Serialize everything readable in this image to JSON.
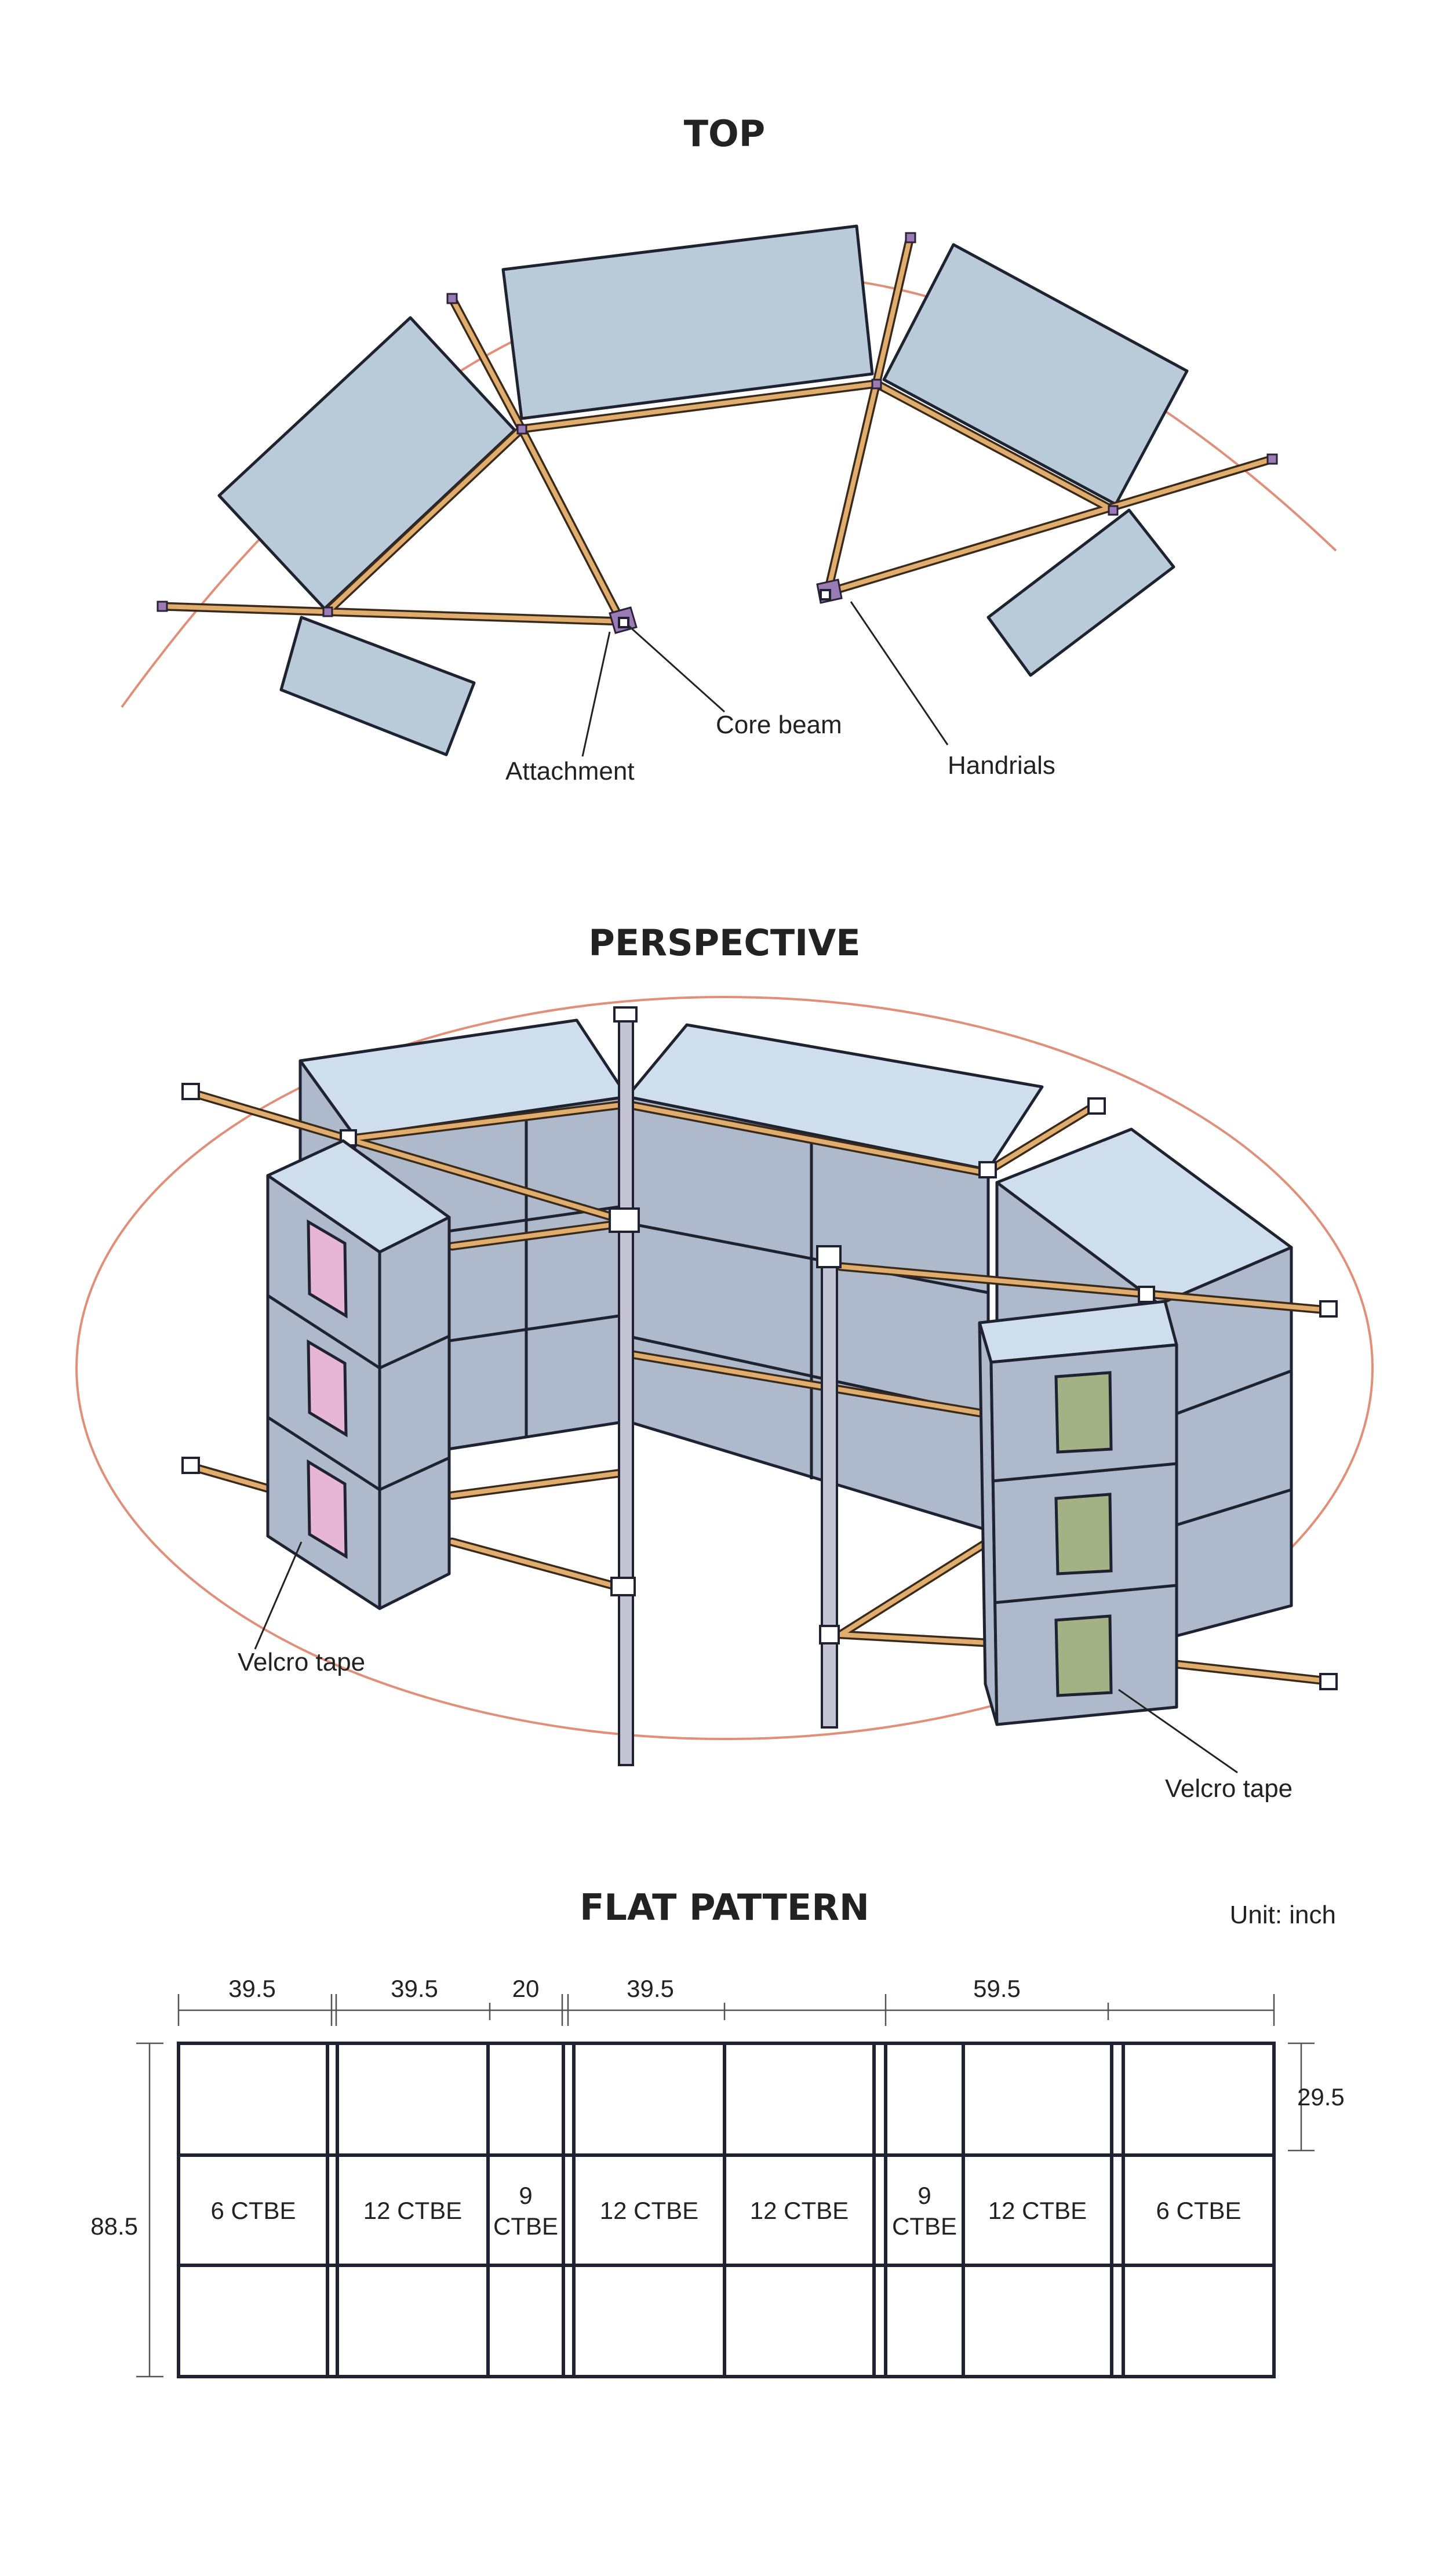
{
  "sections": {
    "top": {
      "title": "TOP"
    },
    "perspective": {
      "title": "PERSPECTIVE"
    },
    "flat": {
      "title": "FLAT PATTERN",
      "unit": "Unit: inch"
    }
  },
  "callouts": {
    "core_beam": "Core beam",
    "attachment": "Attachment",
    "handrails": "Handrials",
    "velcro_left": "Velcro tape",
    "velcro_right": "Velcro tape"
  },
  "flat_pattern": {
    "widths": [
      "39.5",
      "39.5",
      "20",
      "39.5",
      "59.5"
    ],
    "height_total": "88.5",
    "height_row": "29.5",
    "cells": [
      {
        "line1": "6 CTBE",
        "line2": ""
      },
      {
        "line1": "12 CTBE",
        "line2": ""
      },
      {
        "line1": "9",
        "line2": "CTBE"
      },
      {
        "line1": "12 CTBE",
        "line2": ""
      },
      {
        "line1": "12 CTBE",
        "line2": ""
      },
      {
        "line1": "9",
        "line2": "CTBE"
      },
      {
        "line1": "12 CTBE",
        "line2": ""
      },
      {
        "line1": "6 CTBE",
        "line2": ""
      }
    ]
  },
  "colors": {
    "module_fill": "#b9cad9",
    "handrail": "#e0ad6e",
    "joint": "#9b7bb6",
    "orbit_arc": "#e08f78",
    "velcro_pink": "#e6b6d4",
    "velcro_green": "#a3b184"
  }
}
